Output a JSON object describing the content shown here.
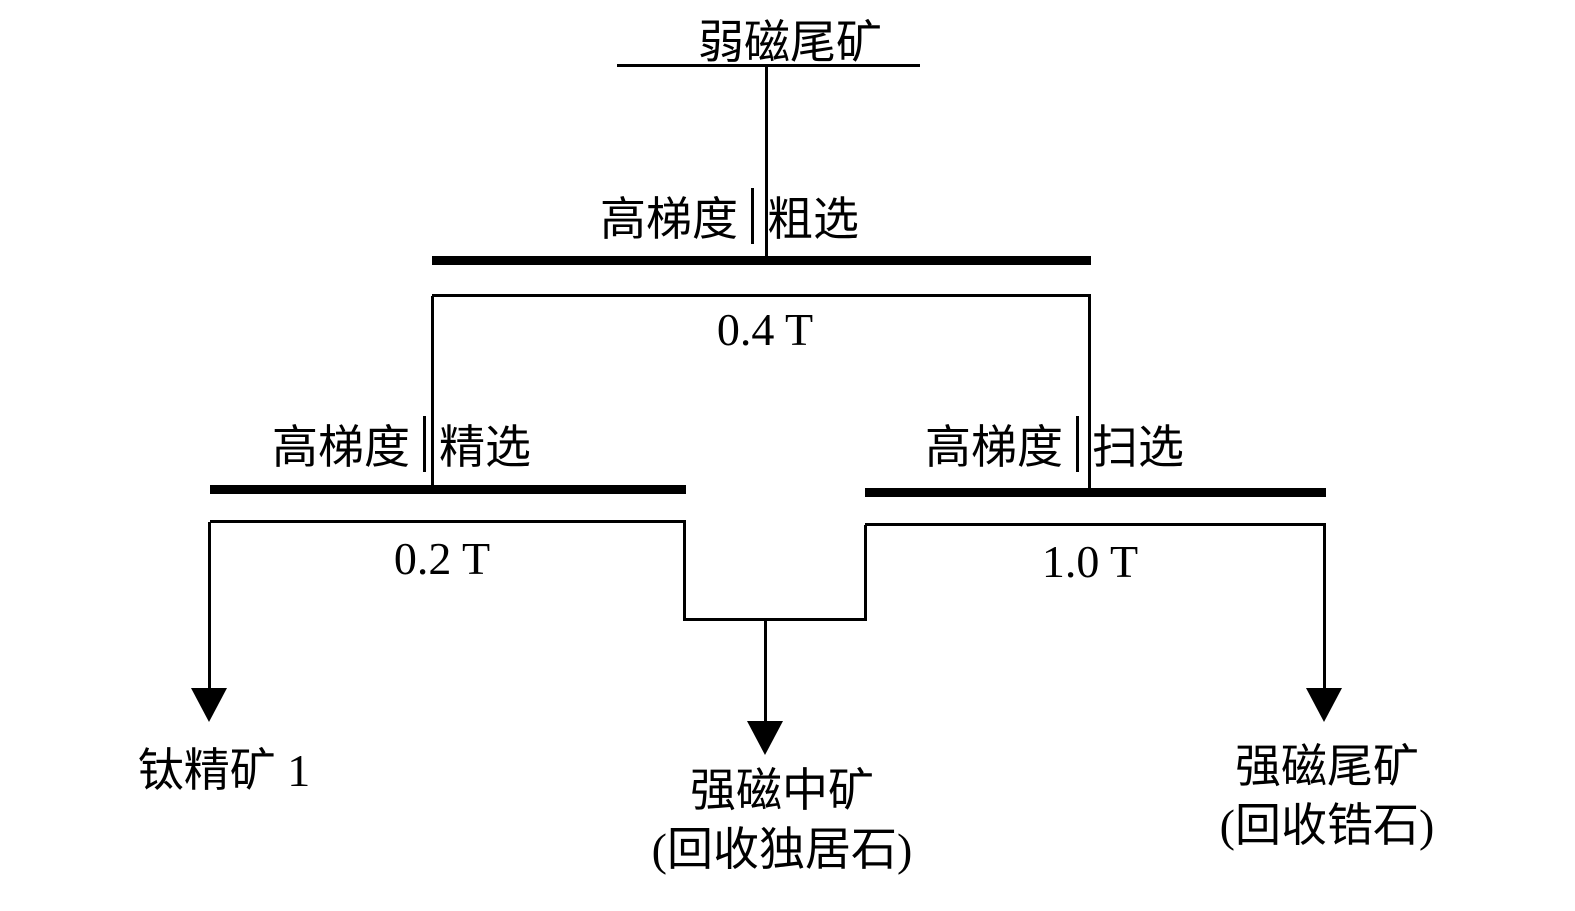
{
  "diagram": {
    "feed_label": "弱磁尾矿",
    "stages": [
      {
        "machine": "高梯度",
        "operation": "粗选",
        "field_strength": "0.4 T"
      },
      {
        "machine": "高梯度",
        "operation": "精选",
        "field_strength": "0.2 T"
      },
      {
        "machine": "高梯度",
        "operation": "扫选",
        "field_strength": "1.0 T"
      }
    ],
    "products": [
      {
        "label": "钛精矿 1"
      },
      {
        "label": "强磁中矿",
        "note": "(回收独居石)"
      },
      {
        "label": "强磁尾矿",
        "note": "(回收锆石)"
      }
    ],
    "colors": {
      "line": "#000000",
      "background": "#ffffff"
    }
  }
}
